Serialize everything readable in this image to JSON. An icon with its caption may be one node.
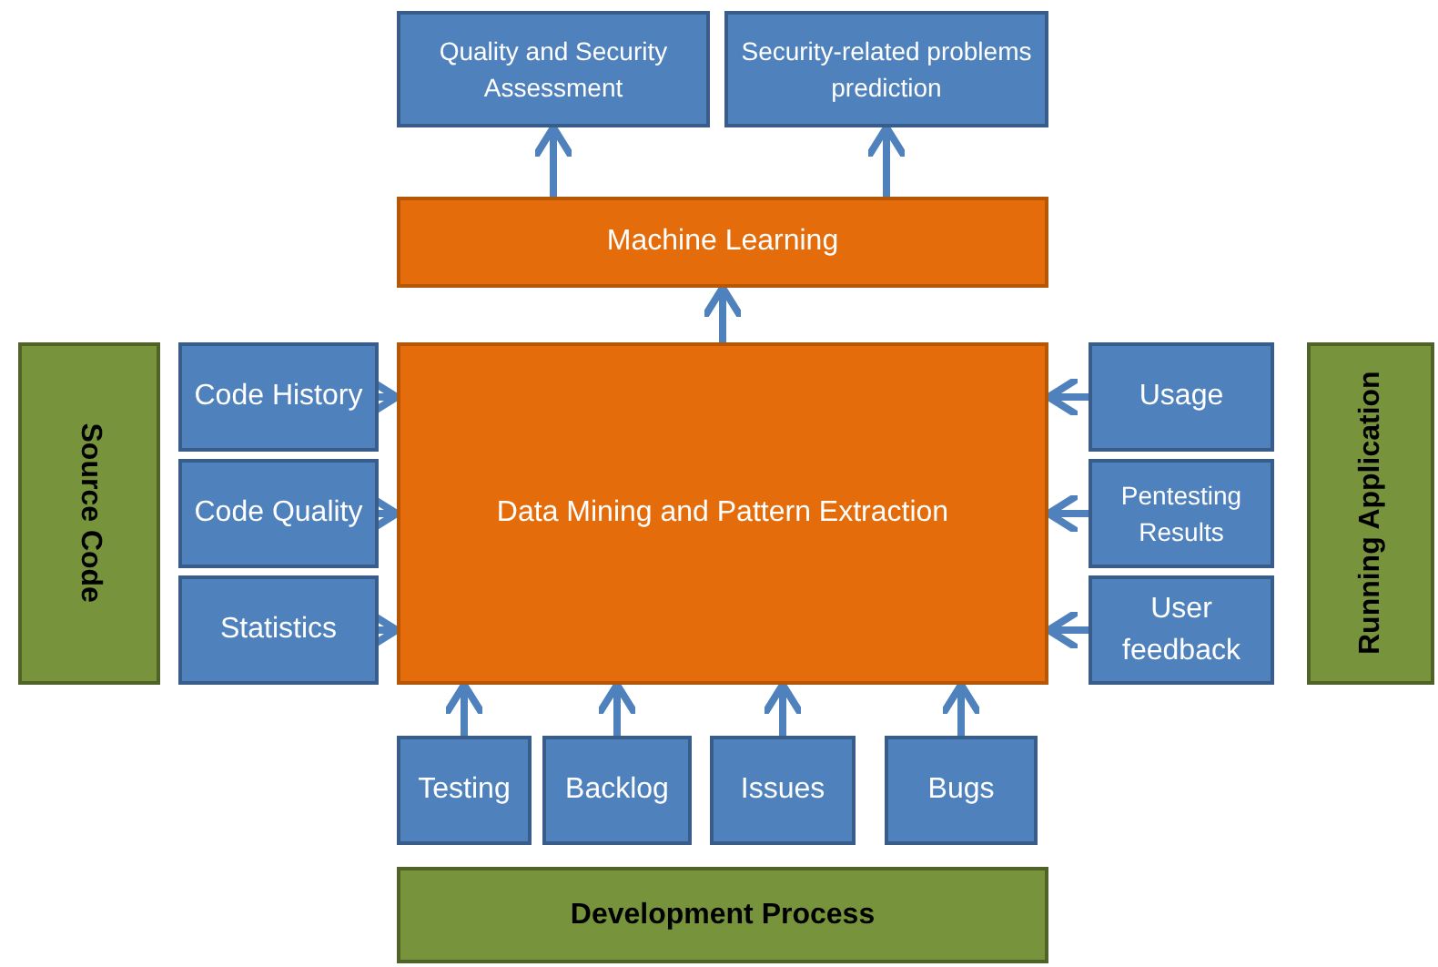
{
  "diagram": {
    "nodes": [
      {
        "text": [
          "Quality and Security Assessment"
        ]
      },
      {
        "text": [
          "Security-related problems prediction"
        ]
      },
      {
        "text": [
          "Machine Learning"
        ]
      },
      {
        "text": [
          "Source Code"
        ]
      },
      {
        "text": [
          "Code History"
        ]
      },
      {
        "text": [
          "Code Quality"
        ]
      },
      {
        "text": [
          "Statistics"
        ]
      },
      {
        "text": [
          "Data Mining and Pattern Extraction"
        ]
      },
      {
        "text": [
          "Usage"
        ]
      },
      {
        "text": [
          "Pentesting Results"
        ]
      },
      {
        "text": [
          "User feedback"
        ]
      },
      {
        "text": [
          "Running Application"
        ]
      },
      {
        "text": [
          "Testing"
        ]
      },
      {
        "text": [
          "Backlog"
        ]
      },
      {
        "text": [
          "Issues"
        ]
      },
      {
        "text": [
          "Bugs"
        ]
      },
      {
        "text": [
          "Development Process"
        ]
      }
    ],
    "edges": [
      {
        "from": 2,
        "to": 0,
        "arrow": "to"
      },
      {
        "from": 2,
        "to": 1,
        "arrow": "to"
      },
      {
        "from": 7,
        "to": 2,
        "arrow": "to"
      },
      {
        "from": 4,
        "to": 7,
        "arrow": "to"
      },
      {
        "from": 5,
        "to": 7,
        "arrow": "to"
      },
      {
        "from": 6,
        "to": 7,
        "arrow": "to"
      },
      {
        "from": 8,
        "to": 7,
        "arrow": "to"
      },
      {
        "from": 9,
        "to": 7,
        "arrow": "to"
      },
      {
        "from": 10,
        "to": 7,
        "arrow": "to"
      },
      {
        "from": 12,
        "to": 7,
        "arrow": "to"
      },
      {
        "from": 13,
        "to": 7,
        "arrow": "to"
      },
      {
        "from": 14,
        "to": 7,
        "arrow": "to"
      },
      {
        "from": 15,
        "to": 7,
        "arrow": "to"
      }
    ]
  }
}
